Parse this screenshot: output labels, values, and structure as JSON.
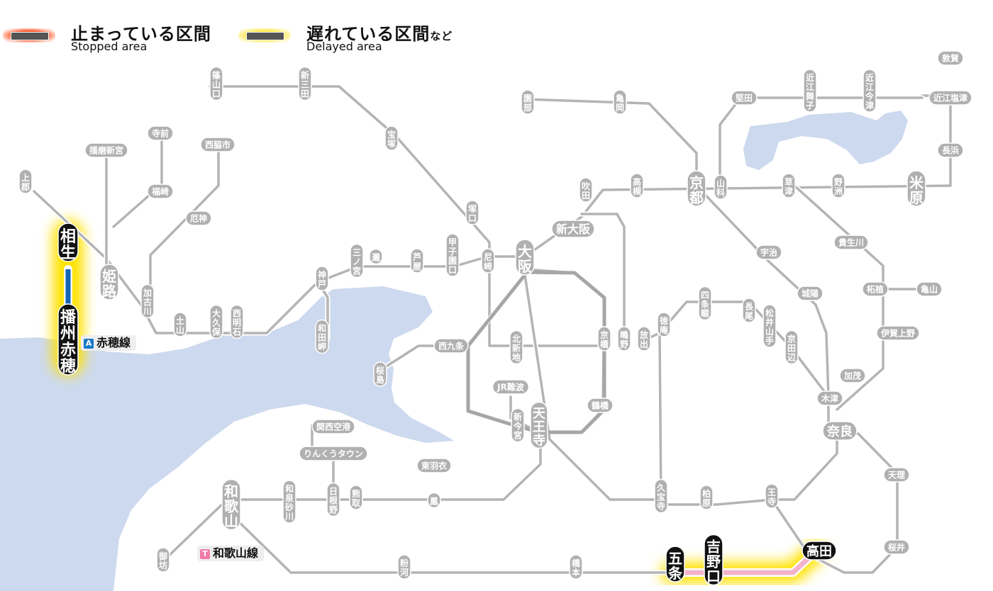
{
  "legend": {
    "stopped": {
      "label_jp": "止まっている区間",
      "label_en": "Stopped area",
      "color": "#ff2a00"
    },
    "delayed": {
      "label_jp": "遅れている区間",
      "label_suffix": "など",
      "label_en": "Delayed area",
      "color": "#ffe000"
    }
  },
  "line_labels": {
    "ako": {
      "badge": "A",
      "name": "赤穂線",
      "badge_color": "#1a78c8"
    },
    "wakayama": {
      "badge": "T",
      "name": "和歌山線",
      "badge_color": "#f07aa8"
    }
  },
  "colors": {
    "sea": "#cdd9ee",
    "track": "#b4b4b4",
    "ako_line": "#1565b8",
    "wakayama_line": "#f4b3cb",
    "glow_delayed": "#ffe200",
    "station_dark": "#111111"
  },
  "stations": {
    "sasayamaguchi": "篠山口",
    "shinsanda": "新三田",
    "takarazuka": "宝塚",
    "tsukaguchi": "塚口",
    "amagasaki": "尼崎",
    "koshienguchi": "甲子園口",
    "ashiya": "芦屋",
    "nada": "灘",
    "sannomiya": "三ノ宮",
    "kobe": "神戸",
    "wadamisaki": "和田岬",
    "nishiakashi": "西明石",
    "okubo": "大久保",
    "dobo": "土山",
    "kakogawa": "加古川",
    "yakujin": "厄神",
    "nishiwakishi": "西脇市",
    "fukusaki": "福崎",
    "teramae": "寺前",
    "harimashingu": "播磨新宮",
    "himeji": "姫路",
    "kamigori": "上郡",
    "aioi": "相生",
    "banshuako": "播州赤穂",
    "osaka": "大阪",
    "shinosaka": "新大阪",
    "suita": "吹田",
    "takatsuki": "高槻",
    "kyoto": "京都",
    "sonobe": "園部",
    "kameoka": "亀岡",
    "yamashina": "山科",
    "katata": "堅田",
    "omimaiko": "近江舞子",
    "omiimazu": "近江今津",
    "omishiotsu": "近江塩津",
    "tsuruga": "敦賀",
    "nagahama": "長浜",
    "maibara": "米原",
    "yasu": "野洲",
    "kusatsu": "草津",
    "uji": "宇治",
    "johoku": "城陽",
    "kizugawa": "木津",
    "kamo": "加茂",
    "iga_ueno": "伊賀上野",
    "tsuge": "柘植",
    "kameyama": "亀山",
    "kibukawa": "貴生川",
    "nara": "奈良",
    "tenri": "天理",
    "sakurai": "桜井",
    "takada": "高田",
    "oji": "王寺",
    "kashiwara": "柏原",
    "kyuhoji": "久宝寺",
    "hanaten": "放出",
    "kamo_s": "鴫野",
    "kyobashi": "京橋",
    "tsuruhashi": "鶴橋",
    "tennoji": "天王寺",
    "shinimamiya": "新今宮",
    "jrnamba": "JR難波",
    "kitashinchi": "北新地",
    "nishikujo": "西九条",
    "sakurajima": "桜島",
    "shijonawate": "四条畷",
    "tokuan": "徳庵",
    "nagao": "長尾",
    "matsuiyamate": "松井山手",
    "kyotanabe": "京田辺",
    "otori": "鳳",
    "higashihagoromo": "東羽衣",
    "kumatori": "熊取",
    "hinenohigashi": "日根野",
    "rinku": "りんくうタウン",
    "kansai_airport": "関西空港",
    "izumisunagawa": "和泉砂川",
    "wakayama": "和歌山",
    "gobo": "御坊",
    "kokawa": "粉河",
    "hashimoto": "橋本",
    "gojo": "五条",
    "yoshinoguchi": "吉野口"
  }
}
